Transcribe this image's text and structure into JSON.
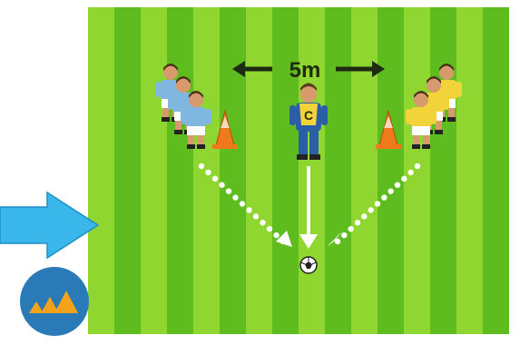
{
  "distance_label": "5m",
  "coach_label": "C",
  "colors": {
    "pitch_light": "#8fd630",
    "pitch_dark": "#5ebc1f",
    "team_left": "#7fb7e0",
    "team_right": "#f2d43a",
    "cone": "#f07a1a",
    "coach_bib": "#f2d43a",
    "coach_shirt": "#2a5fa8",
    "dots": "#ffffff",
    "entry_arrow": "#39b6ea",
    "badge_bg": "#2b7ab8",
    "badge_triangle": "#f3a21a"
  },
  "icons": {
    "entry_arrow": "right-arrow-icon",
    "badge": "triangles-badge-icon",
    "ball": "soccer-ball-icon"
  },
  "groups": {
    "left_players": 3,
    "right_players": 3
  }
}
